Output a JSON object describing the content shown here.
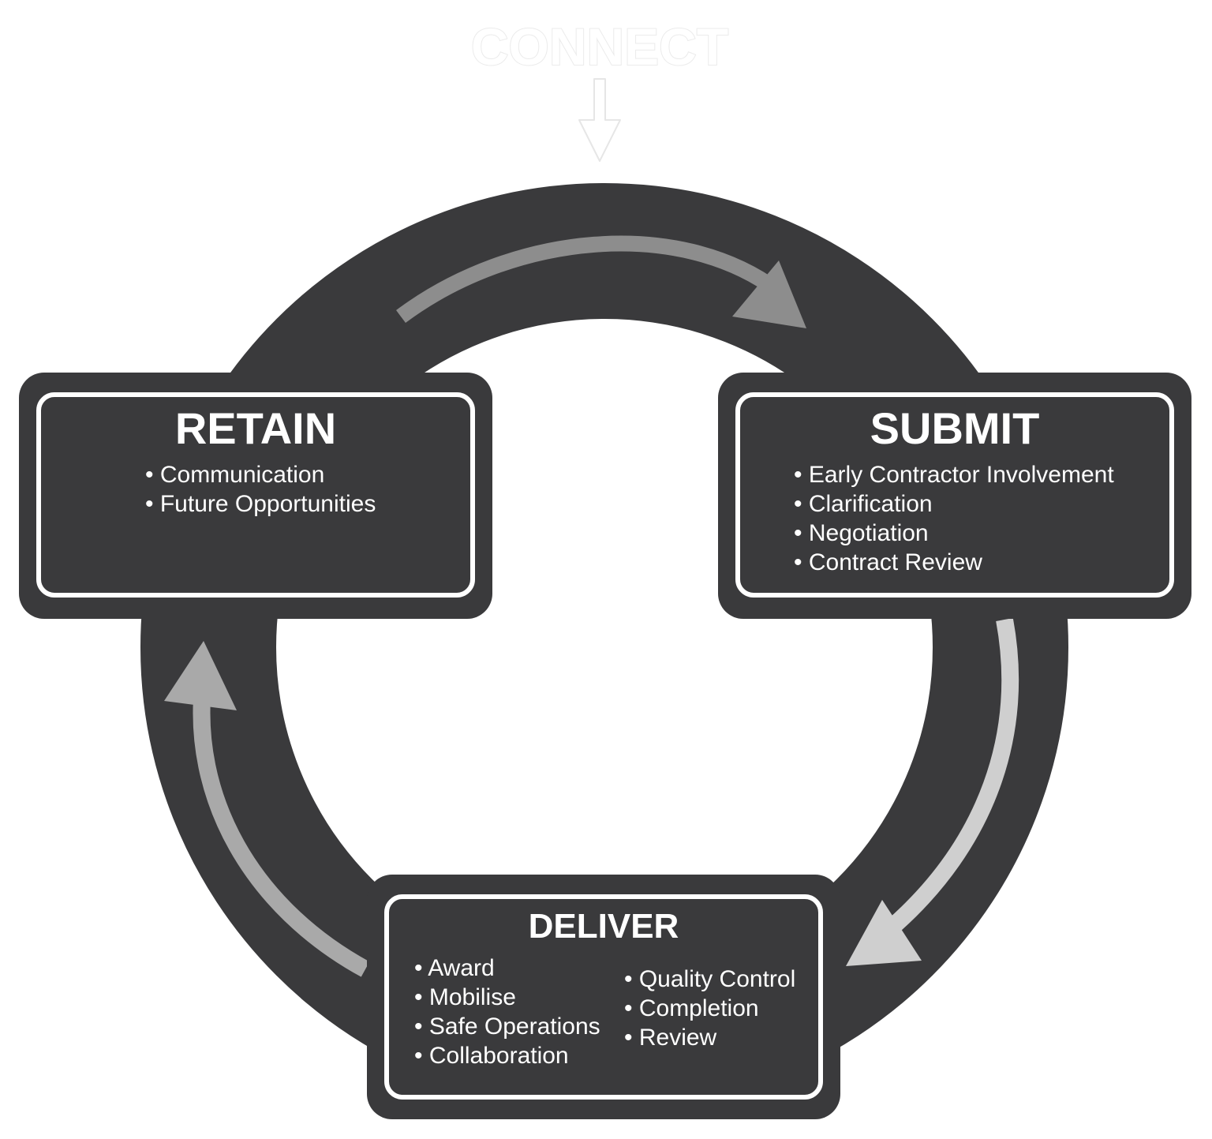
{
  "colors": {
    "ring": "#3a3a3c",
    "arrow_light": "#cfcfcf",
    "arrow_mid": "#a9a9a9",
    "arrow_dark": "#8d8d8d",
    "box_border": "#ffffff",
    "text": "#ffffff"
  },
  "connect": {
    "label": "CONNECT"
  },
  "retain": {
    "title": "RETAIN",
    "items": [
      "Communication",
      "Future Opportunities"
    ]
  },
  "submit": {
    "title": "SUBMIT",
    "items": [
      "Early Contractor Involvement",
      "Clarification",
      "Negotiation",
      "Contract Review"
    ]
  },
  "deliver": {
    "title": "DELIVER",
    "items_left": [
      "Award",
      "Mobilise",
      "Safe Operations",
      "Collaboration"
    ],
    "items_right": [
      "Quality Control",
      "Completion",
      "Review"
    ]
  }
}
